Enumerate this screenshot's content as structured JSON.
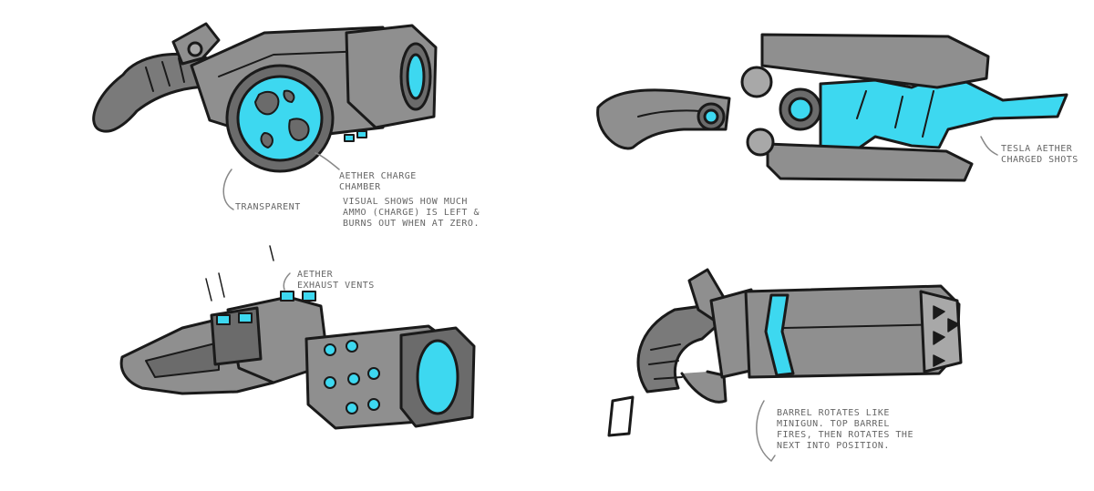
{
  "colors": {
    "metal": "#8f8f8f",
    "metal_light": "#a8a8a8",
    "metal_dark": "#6b6b6b",
    "grip": "#7a7a7a",
    "aether": "#3dd8f0",
    "ink": "#1a1a1a",
    "annotation": "#666666"
  },
  "sketch_1": {
    "note_chamber": "AETHER CHARGE\nCHAMBER",
    "note_transparent": "TRANSPARENT",
    "note_visual": "VISUAL SHOWS HOW MUCH\nAMMO (CHARGE) IS LEFT &\nBURNS OUT WHEN AT ZERO."
  },
  "sketch_2": {
    "note_tesla": "TESLA AETHER\nCHARGED SHOTS"
  },
  "sketch_3": {
    "note_vents": "AETHER\nEXHAUST VENTS"
  },
  "sketch_4": {
    "note_barrel": "BARREL ROTATES LIKE\nMINIGUN. TOP BARREL\nFIRES, THEN ROTATES THE\nNEXT INTO POSITION."
  }
}
